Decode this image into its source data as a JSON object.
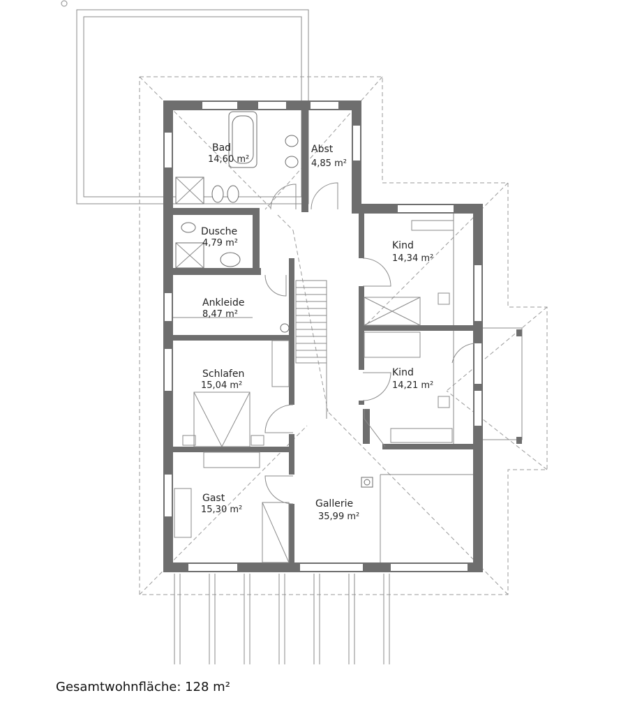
{
  "rooms": [
    {
      "key": "bad",
      "name": "Bad",
      "area": "14,60 m²"
    },
    {
      "key": "abst",
      "name": "Abst",
      "area": "4,85 m²"
    },
    {
      "key": "dusche",
      "name": "Dusche",
      "area": "4,79 m²"
    },
    {
      "key": "ankleide",
      "name": "Ankleide",
      "area": "8,47 m²"
    },
    {
      "key": "schlafen",
      "name": "Schlafen",
      "area": "15,04 m²"
    },
    {
      "key": "kind1",
      "name": "Kind",
      "area": "14,34 m²"
    },
    {
      "key": "kind2",
      "name": "Kind",
      "area": "14,21 m²"
    },
    {
      "key": "gast",
      "name": "Gast",
      "area": "15,30 m²"
    },
    {
      "key": "gallerie",
      "name": "Gallerie",
      "area": "35,99 m²"
    }
  ],
  "total": "Gesamtwohnfläche: 128 m²",
  "colors": {
    "wall": "#6e6e6e",
    "line": "#8a8a8a"
  }
}
